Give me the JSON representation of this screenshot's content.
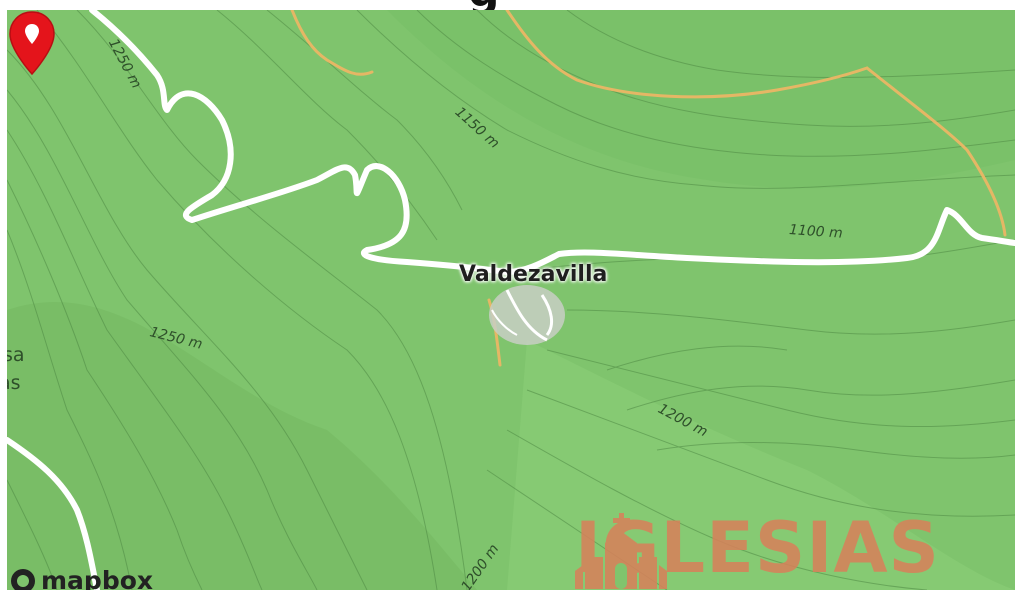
{
  "page": {
    "heading_fragment": "g"
  },
  "map": {
    "provider_logo": "mapbox",
    "place_name": "Valdezavilla",
    "marker": {
      "icon": "map-pin-icon",
      "color": "#e4141b"
    },
    "contour_labels": [
      "1250 m",
      "1150 m",
      "1100 m",
      "1250 m",
      "1200 m",
      "1200 m"
    ],
    "edge_labels": [
      "sa",
      "as"
    ],
    "colors": {
      "terrain": "#7fc46d",
      "road": "#ffffff",
      "track": "#e5b765",
      "contour": "#4f8a44"
    }
  },
  "watermark": {
    "text": "IGLESIAS",
    "icon": "church-icon",
    "color": "#d9805a"
  }
}
